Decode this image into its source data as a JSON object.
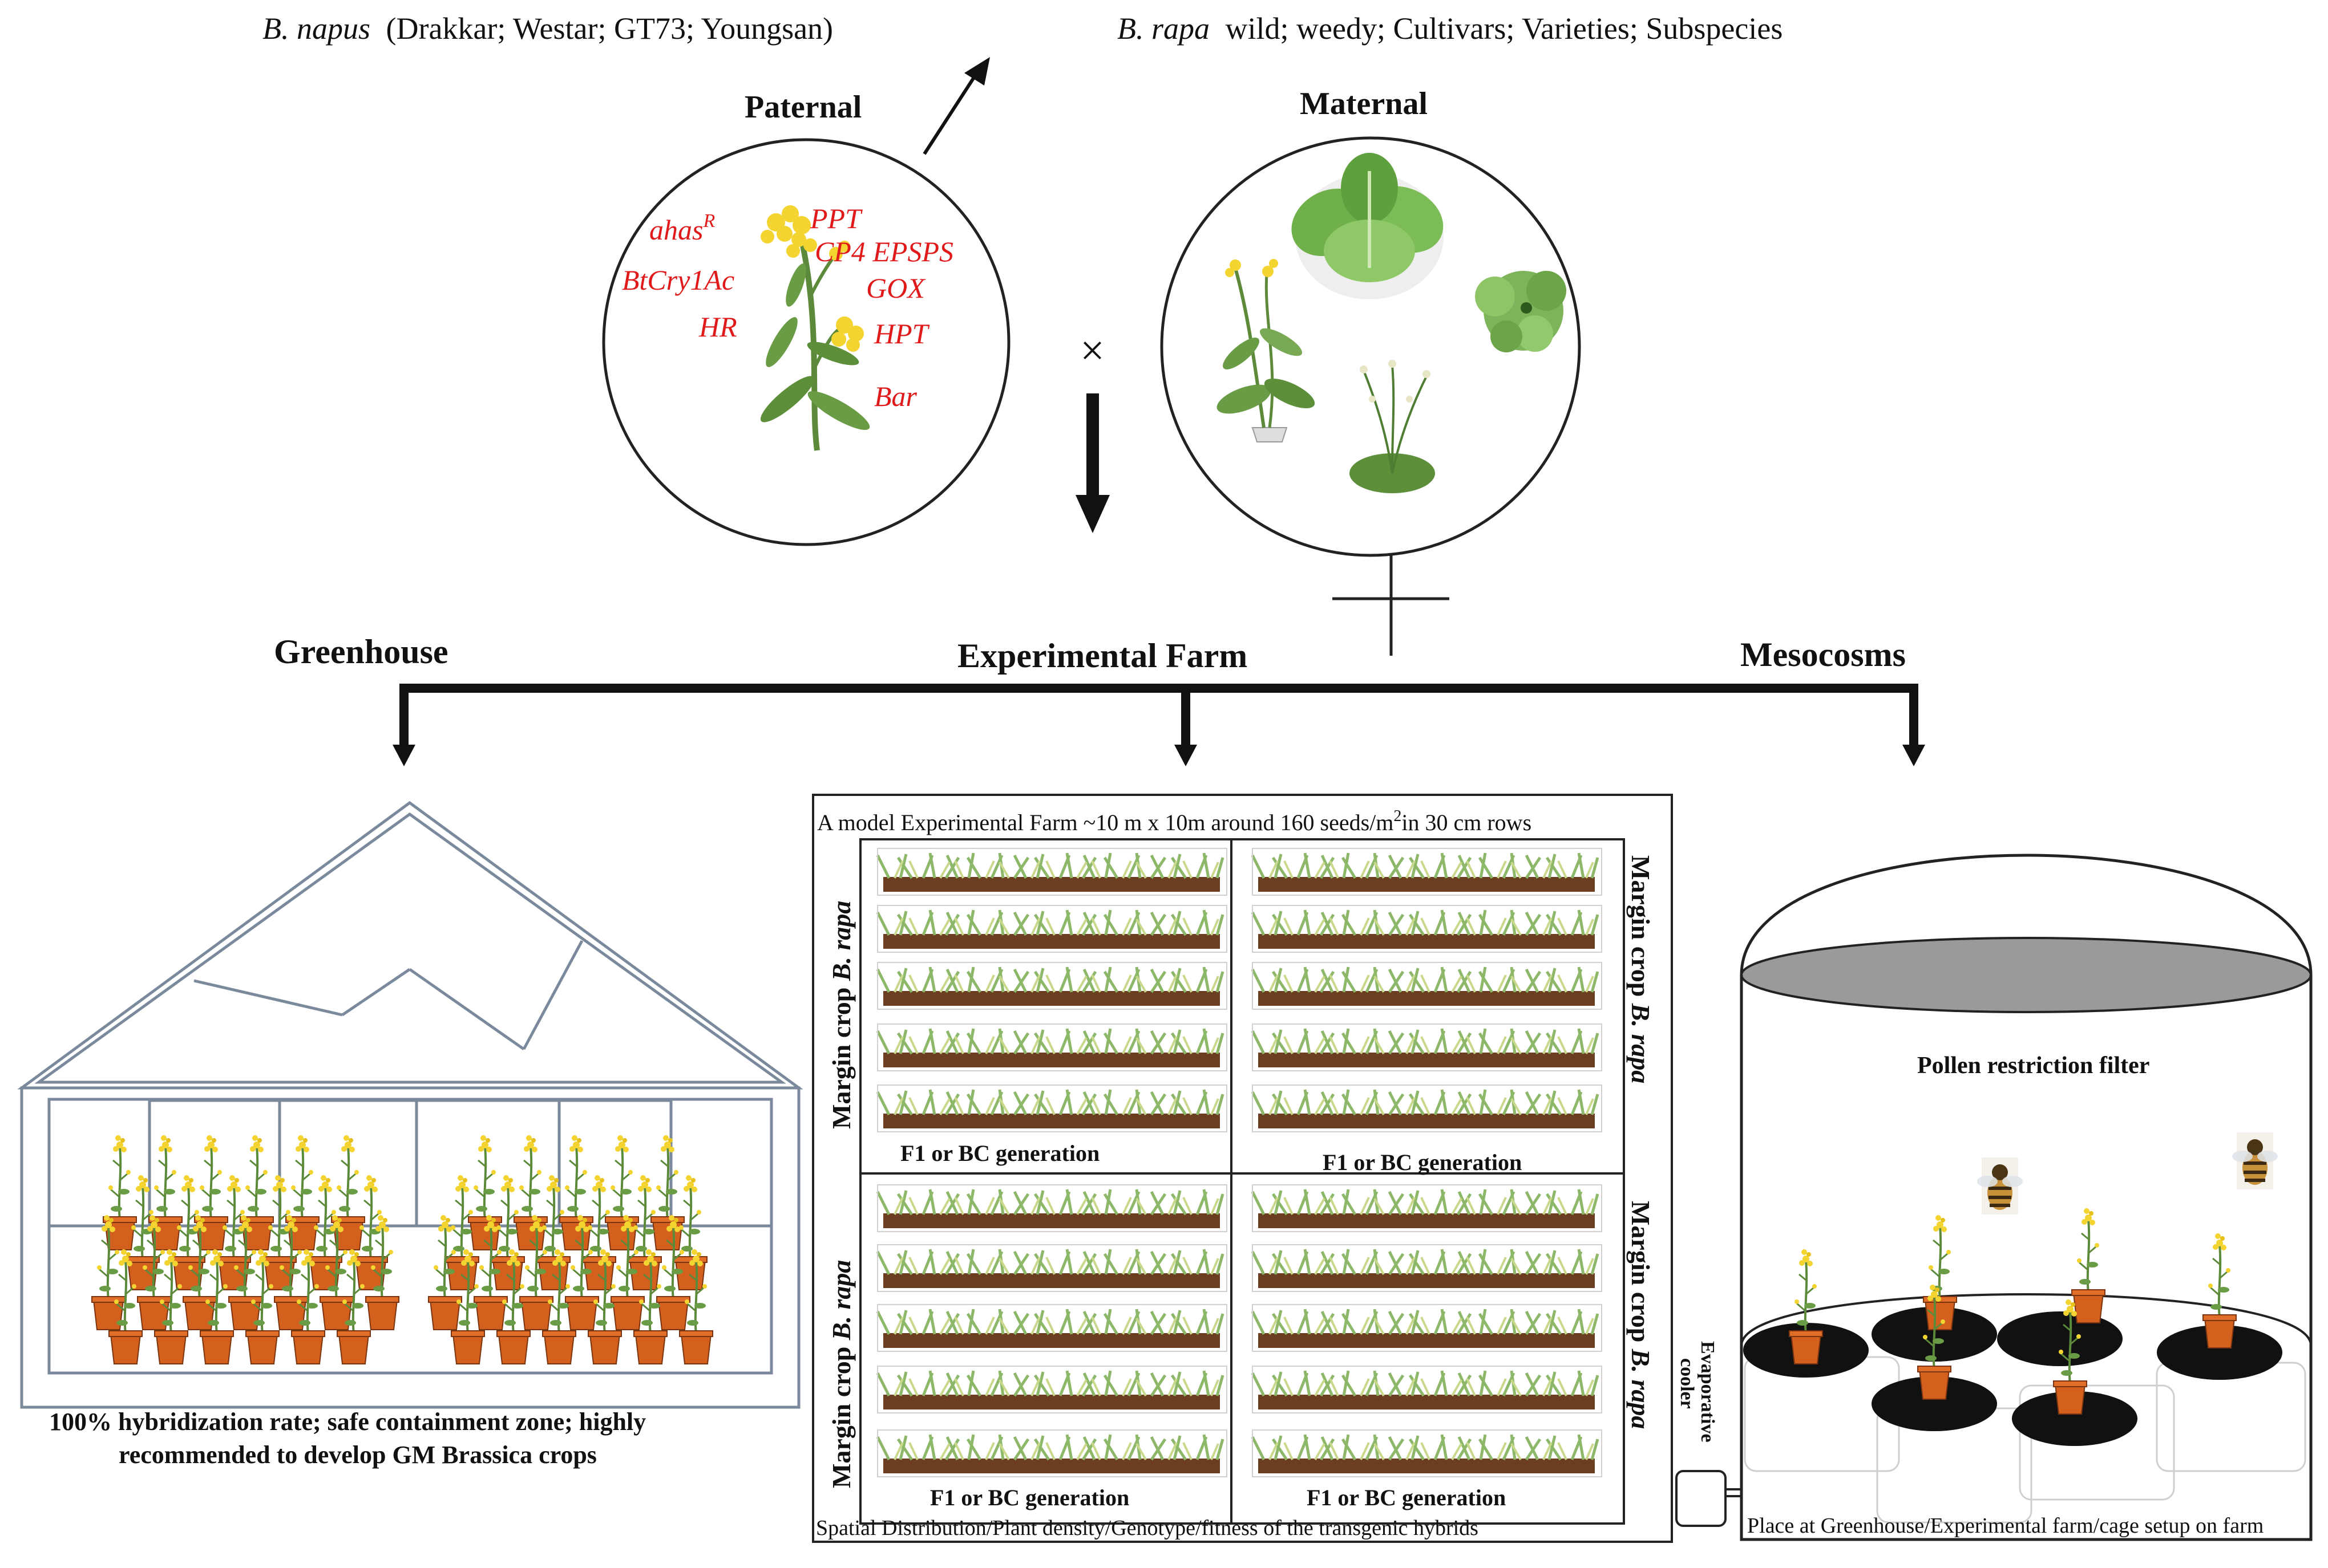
{
  "top": {
    "napus_species": "B. napus",
    "napus_cultivars": "(Drakkar; Westar; GT73; Youngsan)",
    "rapa_species": "B. rapa",
    "rapa_types": "wild; weedy; Cultivars; Varieties; Subspecies"
  },
  "paternal": {
    "title": "Paternal",
    "genes": {
      "ahas": "ahas",
      "ahas_sup": "R",
      "btcry": "BtCry1Ac",
      "hr": "HR",
      "ppt": "PPT",
      "cp4": "CP4 EPSPS",
      "gox": "GOX",
      "hpt": "HPT",
      "bar": "Bar"
    }
  },
  "maternal": {
    "title": "Maternal"
  },
  "cross_symbol": "×",
  "branches": {
    "greenhouse": "Greenhouse",
    "farm": "Experimental Farm",
    "mesocosms": "Mesocosms"
  },
  "greenhouse": {
    "caption_line1": "100% hybridization rate; safe containment zone; highly",
    "caption_line2": "recommended to develop GM Brassica crops"
  },
  "farm": {
    "header_pre": "A model Experimental Farm ~10 m x 10m around 160 seeds/m",
    "header_sup": "2",
    "header_post": "in 30 cm rows",
    "margin_prefix": "Margin crop ",
    "margin_species": "B. rapa",
    "generation": "F1 or BC  generation",
    "footer": "Spatial Distribution/Plant density/Genotype/fitness of the transgenic hybrids"
  },
  "mesocosm": {
    "filter_label": "Pollen restriction filter",
    "cooler_line1": "Evaporative",
    "cooler_line2": "cooler",
    "caption": "Place at Greenhouse/Experimental farm/cage setup on farm"
  },
  "colors": {
    "gene_red": "#e01a1a",
    "pot": "#d4601e",
    "soil": "#6b3e22",
    "leaf": "#7fae5a",
    "flower": "#f4d431"
  }
}
